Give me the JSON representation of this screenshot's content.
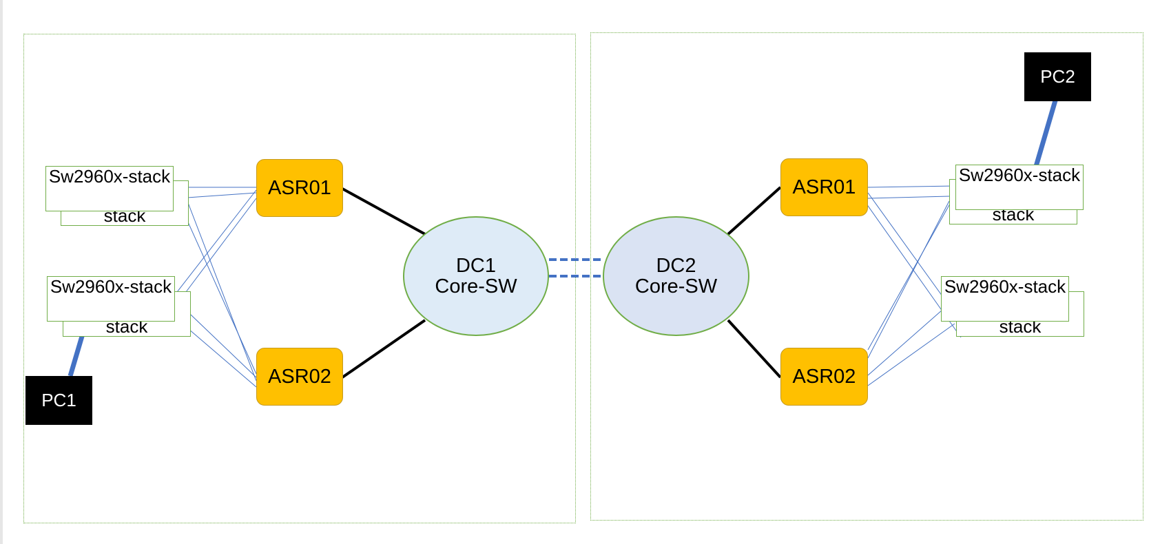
{
  "diagram": {
    "dc1": {
      "core": {
        "label": "DC1\nCore-SW"
      },
      "router_a": {
        "label": "ASR01"
      },
      "router_b": {
        "label": "ASR02"
      },
      "switch_1": {
        "front": "Sw2960x-stack",
        "back": "stack"
      },
      "switch_2": {
        "front": "Sw2960x-stack",
        "back": "stack"
      },
      "pc": {
        "label": "PC1"
      }
    },
    "dc2": {
      "core": {
        "label": "DC2\nCore-SW"
      },
      "router_a": {
        "label": "ASR01"
      },
      "router_b": {
        "label": "ASR02"
      },
      "switch_1": {
        "front": "Sw2960x-stack",
        "back": "stack"
      },
      "switch_2": {
        "front": "Sw2960x-stack",
        "back": "stack"
      },
      "pc": {
        "label": "PC2"
      }
    }
  },
  "colors": {
    "zone_border": "#70ad47",
    "router_fill": "#ffc000",
    "core_fill_dc1": "#deebf7",
    "core_fill_dc2": "#dae3f3",
    "pc_fill": "#000000",
    "uplink_color": "#4472c4",
    "core_link_color": "#000000",
    "interconnect_color": "#4472c4"
  }
}
